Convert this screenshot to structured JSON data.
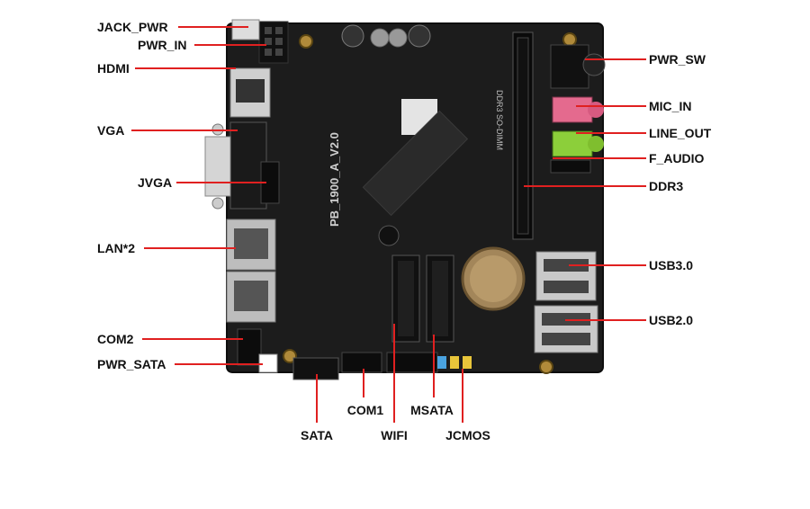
{
  "board": {
    "silkscreen_main": "PB_1900_A_V2.0",
    "silkscreen_ddr": "DDR3 SO-DIMM"
  },
  "labels": {
    "jack_pwr": "JACK_PWR",
    "pwr_in": "PWR_IN",
    "hdmi": "HDMI",
    "vga": "VGA",
    "jvga": "JVGA",
    "lan": "LAN*2",
    "com2": "COM2",
    "pwr_sata": "PWR_SATA",
    "sata": "SATA",
    "com1": "COM1",
    "wifi": "WIFI",
    "msata": "MSATA",
    "jcmos": "JCMOS",
    "pwr_sw": "PWR_SW",
    "mic_in": "MIC_IN",
    "line_out": "LINE_OUT",
    "f_audio": "F_AUDIO",
    "ddr3": "DDR3",
    "usb30": "USB3.0",
    "usb20": "USB2.0"
  },
  "colors": {
    "leader": "#e02020",
    "pcb": "#1c1c1c",
    "pcb_edge": "#0e0e0e",
    "mic_pink": "#e46a8e",
    "line_green": "#8ccf3a",
    "metal": "#c9c9c9",
    "jumper_blue": "#4aa3e0",
    "jumper_yellow": "#e8c53a"
  }
}
